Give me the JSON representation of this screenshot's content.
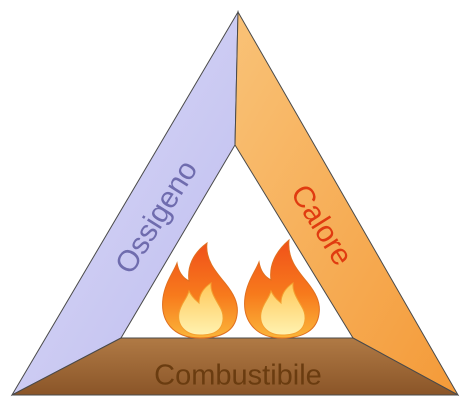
{
  "diagram": {
    "labels": {
      "left_side": "Ossigeno",
      "right_side": "Calore",
      "base": "Combustibile"
    },
    "colors": {
      "left_fill": "#c9c8f2",
      "left_text": "#6f6cae",
      "right_fill": "#f6a94e",
      "right_text": "#e03b10",
      "base_fill": "#9a6433",
      "base_text": "#6a3c10",
      "outline": "#4a4a4a",
      "flame_outer": "#f14f12",
      "flame_mid": "#f9b233",
      "flame_inner": "#ffe58a"
    },
    "icons": [
      "flame-icon",
      "flame-icon"
    ]
  }
}
